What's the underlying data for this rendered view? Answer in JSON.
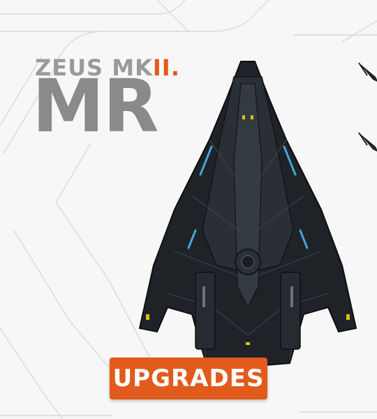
{
  "product": {
    "subtitle_prefix": "ZEUS MK",
    "subtitle_accent": "II.",
    "title": "MR"
  },
  "action": {
    "label": "UPGRADES"
  },
  "colors": {
    "accent": "#e25a1c",
    "title_gray": "#8a8a8a",
    "subtitle_gray": "#9a9a9a",
    "hull": "#1f2328",
    "hull_highlight": "#3a4149",
    "glow_blue": "#3fa9dc",
    "glow_yellow": "#d6c21a"
  },
  "icons": {
    "ship": "spaceship-top-view-icon",
    "side_top": "ship-silhouette-icon",
    "side_bottom": "ship-silhouette-icon"
  }
}
